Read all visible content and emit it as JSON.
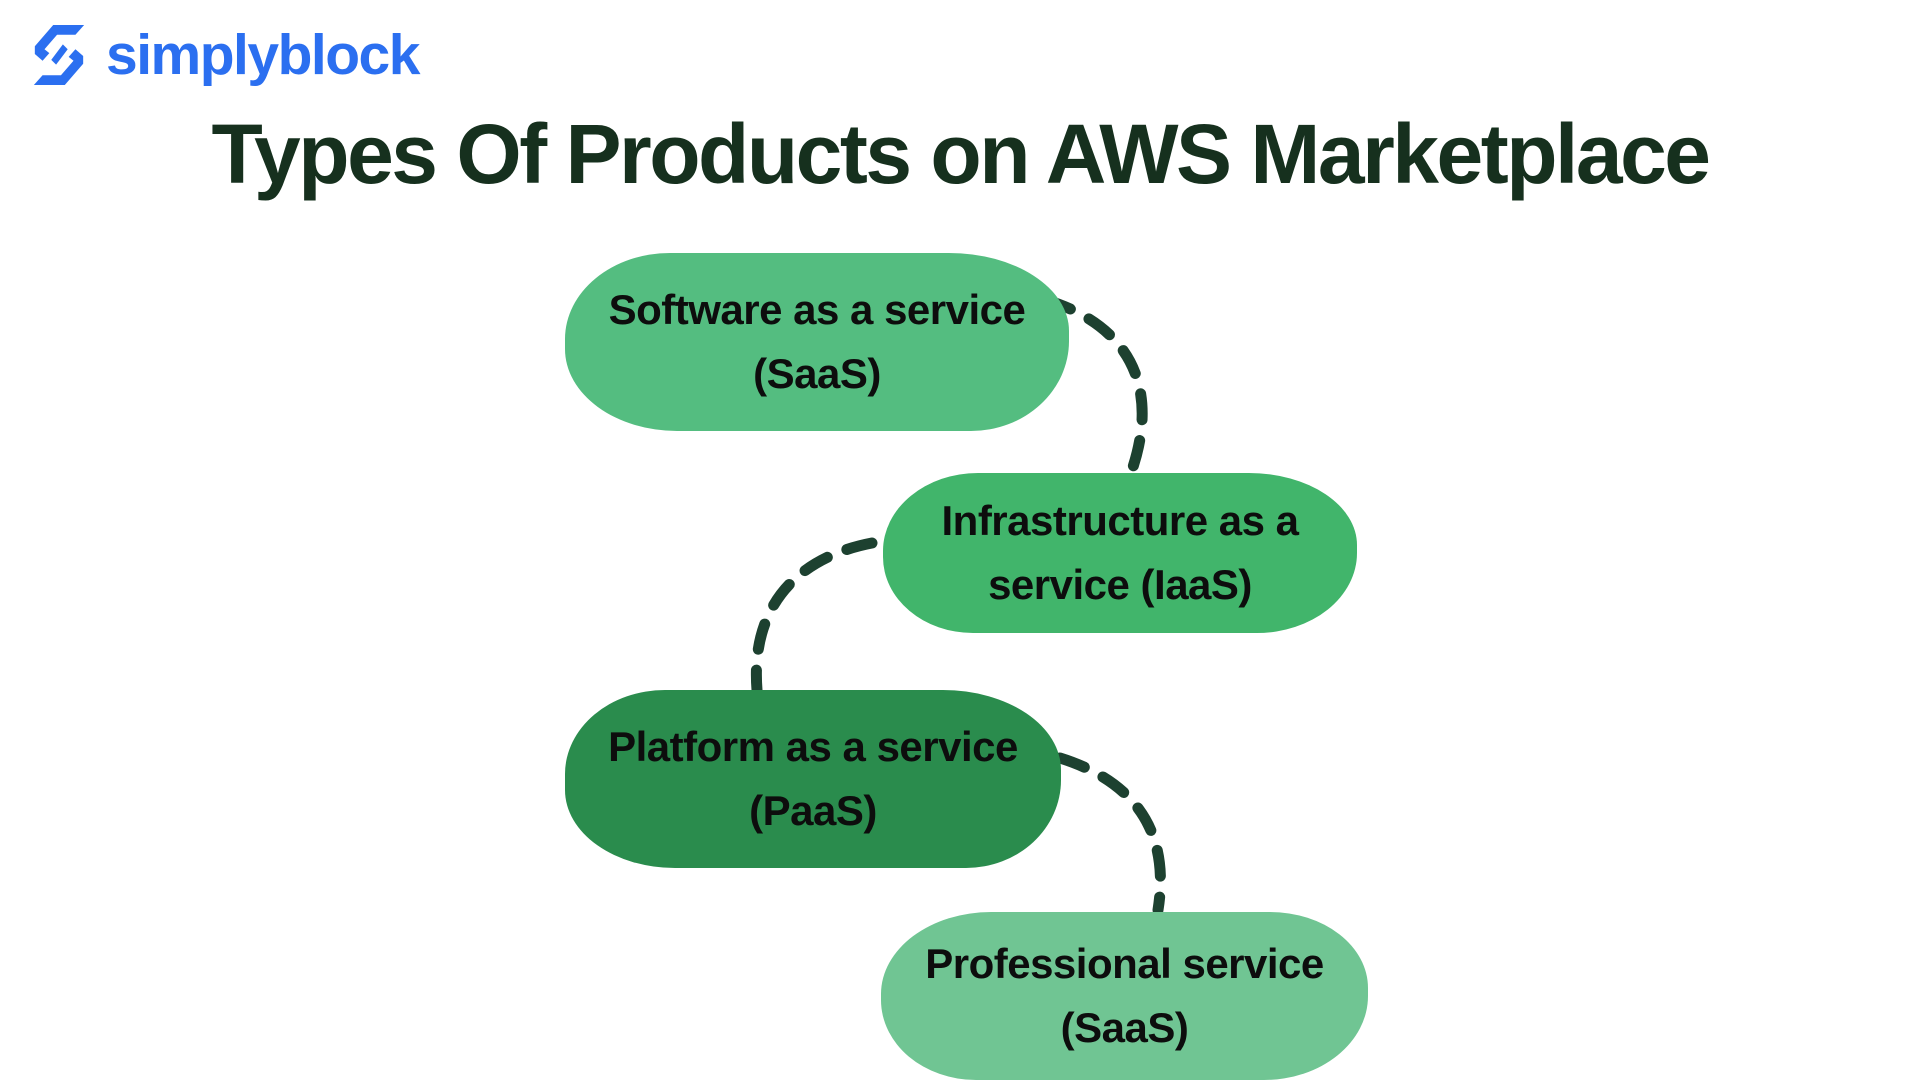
{
  "logo": {
    "brand": "simplyblock",
    "color": "#2b6ff0"
  },
  "title": {
    "text": "Types Of Products on AWS Marketplace",
    "color": "#16301e"
  },
  "diagram": {
    "connector_color": "#1d4130",
    "nodes": [
      {
        "id": "saas",
        "line1": "Software as a service",
        "line2": "(SaaS)",
        "color": "#54bd80"
      },
      {
        "id": "iaas",
        "line1": "Infrastructure as a",
        "line2": "service (IaaS)",
        "color": "#41b56b"
      },
      {
        "id": "paas",
        "line1": "Platform as a service",
        "line2": "(PaaS)",
        "color": "#2a8c4d"
      },
      {
        "id": "professional",
        "line1": "Professional service",
        "line2": "(SaaS)",
        "color": "#70c593"
      }
    ]
  }
}
